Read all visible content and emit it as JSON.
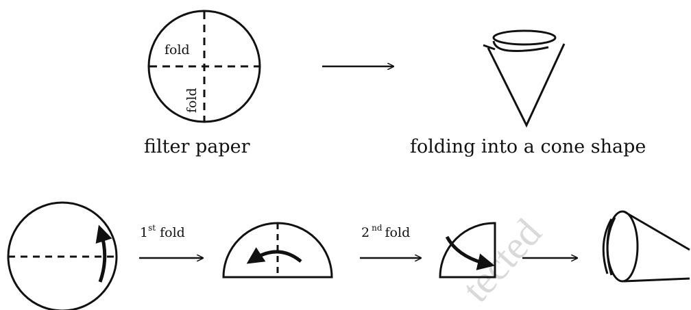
{
  "labels": {
    "fold_horizontal": "fold",
    "fold_vertical": "fold",
    "filter_paper": "filter paper",
    "folding_cone": "folding into a cone shape",
    "first_fold_num": "1",
    "first_fold_sup": "st",
    "first_fold_word": " fold",
    "second_fold_num": "2",
    "second_fold_sup": "nd",
    "second_fold_word": "fold"
  },
  "watermark": "tected",
  "colors": {
    "ink": "#111111",
    "watermark": "#d9d9d9"
  }
}
